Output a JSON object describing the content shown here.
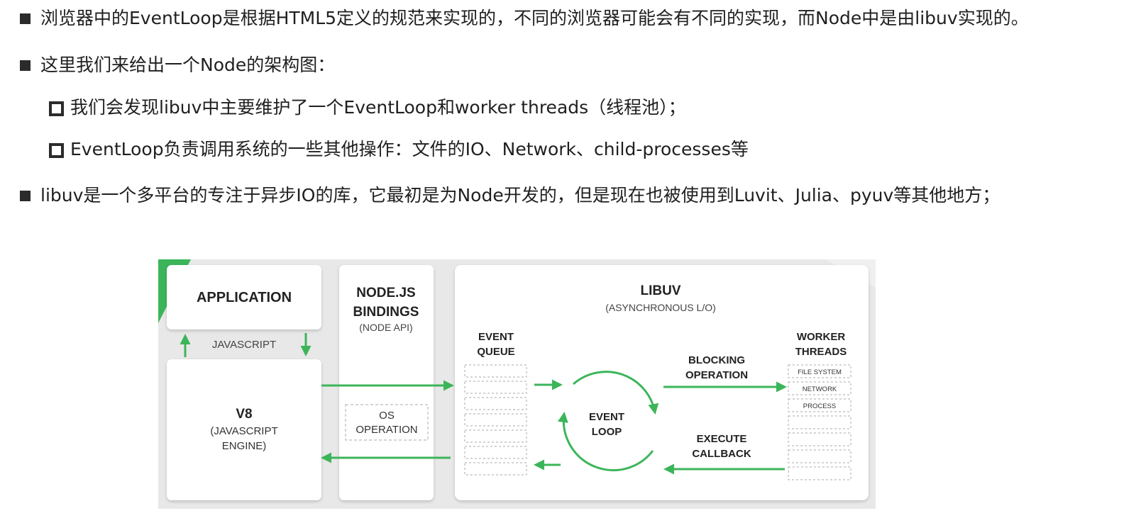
{
  "bullets": [
    "浏览器中的EventLoop是根据HTML5定义的规范来实现的，不同的浏览器可能会有不同的实现，而Node中是由libuv实现的。",
    "这里我们来给出一个Node的架构图：",
    "我们会发现libuv中主要维护了一个EventLoop和worker threads（线程池）；",
    "EventLoop负责调用系统的一些其他操作：文件的IO、Network、child-processes等",
    "libuv是一个多平台的专注于异步IO的库，它最初是为Node开发的，但是现在也被使用到Luvit、Julia、pyuv等其他地方；"
  ],
  "diagram": {
    "application": "APPLICATION",
    "javascript": "JAVASCRIPT",
    "v8_title": "V8",
    "v8_sub1": "(JAVASCRIPT",
    "v8_sub2": "ENGINE)",
    "node_title1": "NODE.JS",
    "node_title2": "BINDINGS",
    "node_sub": "(NODE API)",
    "os_op1": "OS",
    "os_op2": "OPERATION",
    "libuv_title": "LIBUV",
    "libuv_sub": "(ASYNCHRONOUS L/O)",
    "event_queue1": "EVENT",
    "event_queue2": "QUEUE",
    "event_loop1": "EVENT",
    "event_loop2": "LOOP",
    "blocking1": "BLOCKING",
    "blocking2": "OPERATION",
    "execute1": "EXECUTE",
    "execute2": "CALLBACK",
    "worker1": "WORKER",
    "worker2": "THREADS",
    "worker_items": [
      "FILE SYSTEM",
      "NETWORK",
      "PROCESS"
    ],
    "accent_color": "#3cb55a"
  }
}
